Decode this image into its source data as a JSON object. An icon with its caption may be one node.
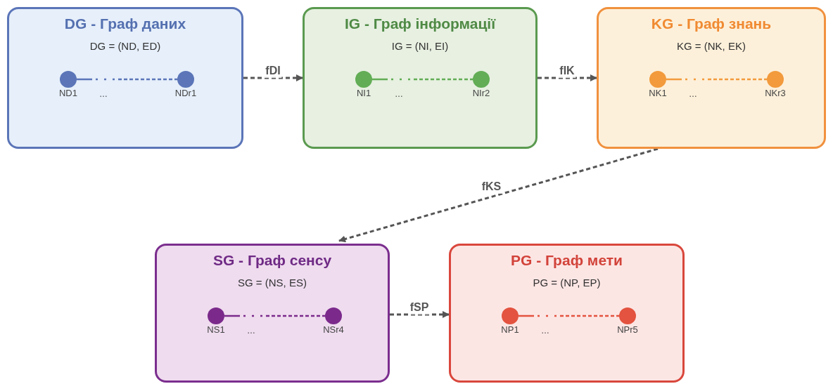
{
  "diagram": {
    "nodes": [
      {
        "text": [
          "DG - Граф даних",
          "DG = (ND, ED)"
        ]
      },
      {
        "text": [
          "ND1"
        ],
        "in": 0
      },
      {
        "text": [
          "NDr1"
        ],
        "in": 0
      },
      {
        "text": [
          "IG - Граф інформації",
          "IG = (NI, EI)"
        ]
      },
      {
        "text": [
          "NI1"
        ],
        "in": 3
      },
      {
        "text": [
          "NIr2"
        ],
        "in": 3
      },
      {
        "text": [
          "KG - Граф знань",
          "KG = (NK, EK)"
        ]
      },
      {
        "text": [
          "NK1"
        ],
        "in": 6
      },
      {
        "text": [
          "NKr3"
        ],
        "in": 6
      },
      {
        "text": [
          "SG - Граф сенсу",
          "SG = (NS, ES)"
        ]
      },
      {
        "text": [
          "NS1"
        ],
        "in": 9
      },
      {
        "text": [
          "NSr4"
        ],
        "in": 9
      },
      {
        "text": [
          "PG - Граф мети",
          "PG = (NP, EP)"
        ]
      },
      {
        "text": [
          "NP1"
        ],
        "in": 12
      },
      {
        "text": [
          "NPr5"
        ],
        "in": 12
      }
    ],
    "edges": [
      {
        "from": 1,
        "to": 2,
        "arrow": "none",
        "style": "dashed",
        "color": "#5b75b8"
      },
      {
        "from": 0,
        "to": 3,
        "arrow": "to",
        "label": "fDI",
        "style": "dashed"
      },
      {
        "from": 4,
        "to": 5,
        "arrow": "none",
        "style": "dashed",
        "color": "#62ad55"
      },
      {
        "from": 3,
        "to": 6,
        "arrow": "to",
        "label": "fIK",
        "style": "dashed"
      },
      {
        "from": 7,
        "to": 8,
        "arrow": "none",
        "style": "dashed",
        "color": "#f29a3c"
      },
      {
        "from": 6,
        "to": 9,
        "arrow": "to",
        "label": "fKS",
        "style": "dashed"
      },
      {
        "from": 10,
        "to": 11,
        "arrow": "none",
        "style": "dashed",
        "color": "#7b2a8b"
      },
      {
        "from": 9,
        "to": 12,
        "arrow": "to",
        "label": "fSP",
        "style": "dashed"
      },
      {
        "from": 13,
        "to": 14,
        "arrow": "none",
        "style": "dashed",
        "color": "#e3533f"
      }
    ],
    "labels": [
      "…",
      "…",
      "…",
      "…",
      "…"
    ]
  }
}
